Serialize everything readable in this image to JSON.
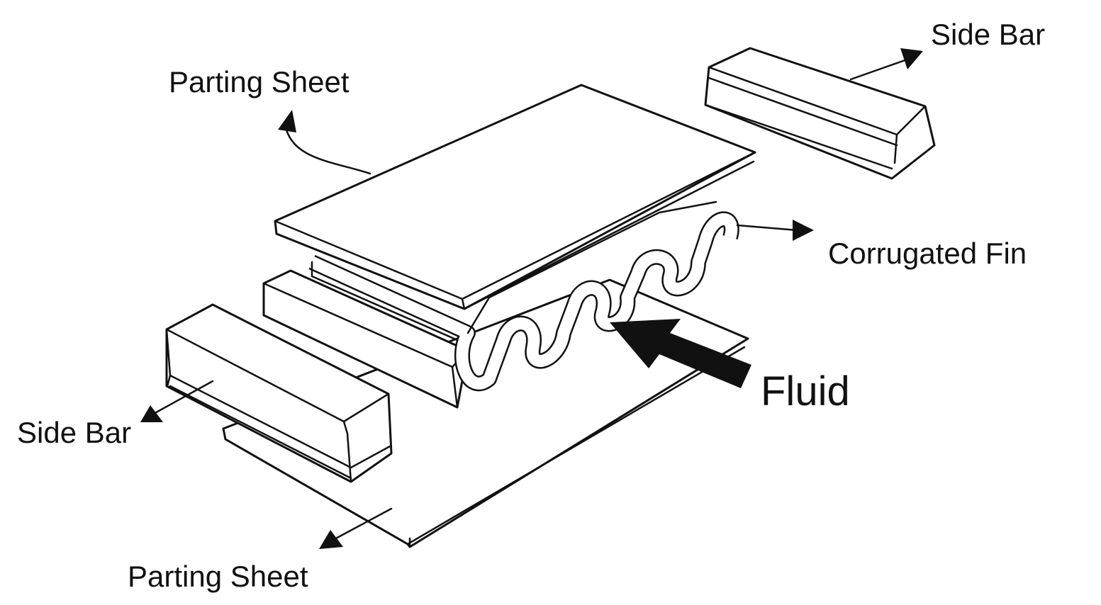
{
  "labels": {
    "parting_sheet_top": "Parting Sheet",
    "parting_sheet_bottom": "Parting Sheet",
    "side_bar_top": "Side Bar",
    "side_bar_bottom": "Side Bar",
    "corrugated_fin": "Corrugated Fin",
    "fluid": "Fluid"
  },
  "colors": {
    "line": "#111111",
    "background": "#ffffff"
  }
}
